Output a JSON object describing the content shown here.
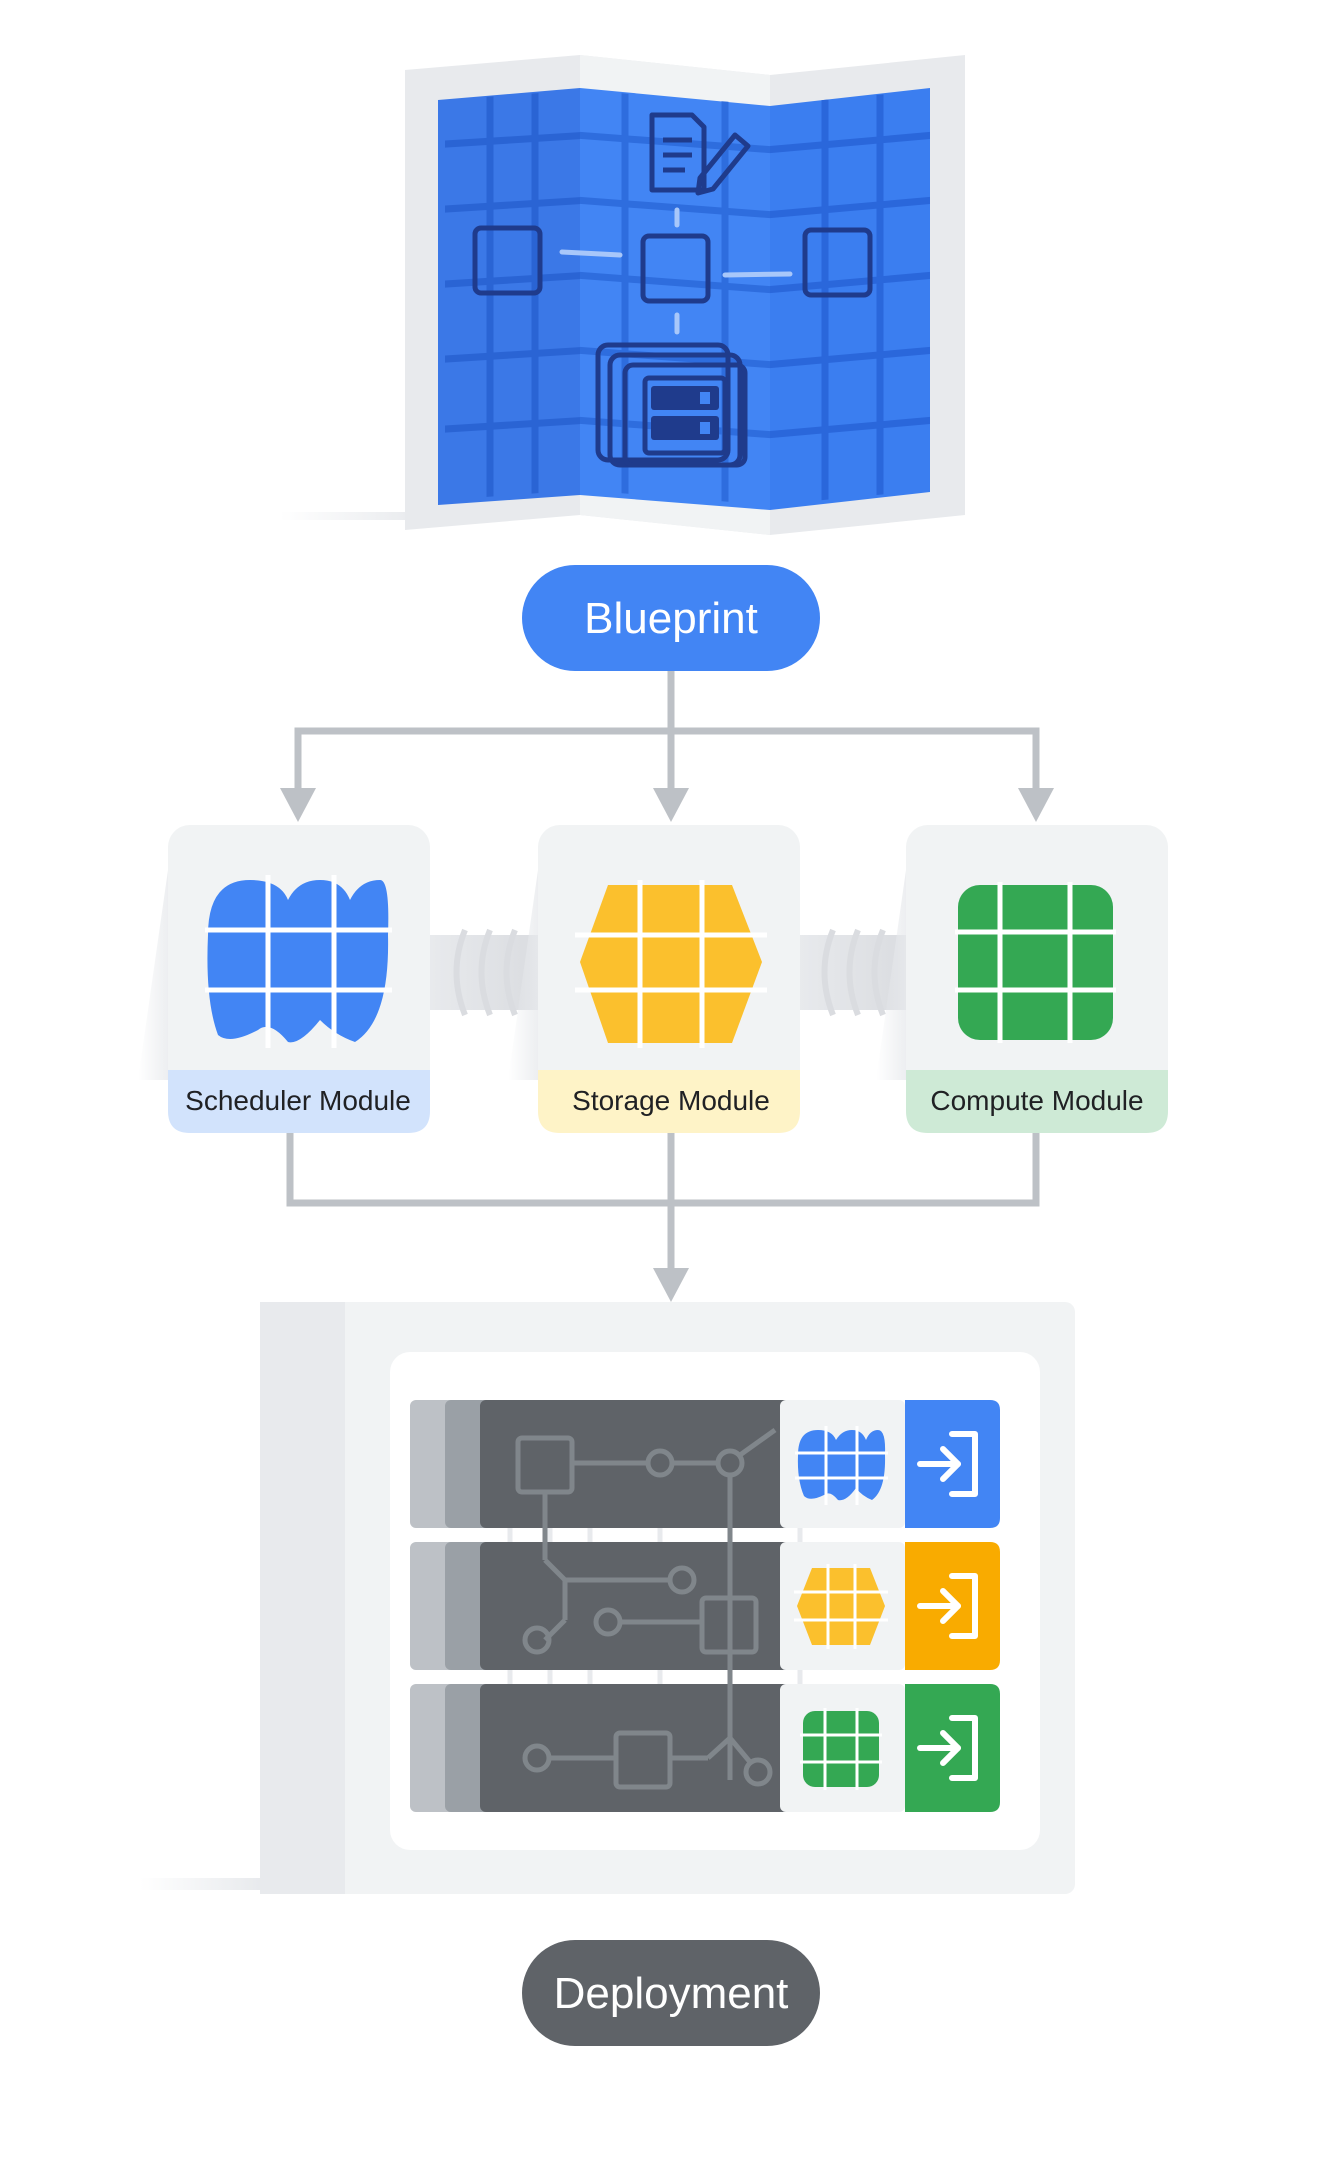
{
  "nodes": {
    "blueprint": {
      "label": "Blueprint"
    },
    "scheduler": {
      "label": "Scheduler Module"
    },
    "storage": {
      "label": "Storage Module"
    },
    "compute": {
      "label": "Compute Module"
    },
    "deployment": {
      "label": "Deployment"
    }
  },
  "colors": {
    "blue": "#4285F4",
    "blue_dark": "#1A5FD6",
    "yellow": "#FBC02D",
    "yellow_dark": "#F9AB00",
    "green": "#34A853",
    "green_dark": "#1E8E3E",
    "gray_dark": "#5F6368",
    "gray_mid": "#9AA0A6",
    "gray_light": "#BDC1C6",
    "card_bg": "#F1F3F4",
    "connector": "#BDC1C6",
    "blueprint_line": "#1F3B8C",
    "scheduler_tint": "#D2E3FC",
    "storage_tint": "#FEF3C7",
    "compute_tint": "#CEEAD6"
  },
  "icons": {
    "blueprint": "blueprint-map-icon",
    "scheduler": "scheduler-cluster-icon",
    "storage": "storage-hexagon-icon",
    "compute": "compute-grid-icon",
    "deploy_entry": "arrow-into-bracket-icon"
  }
}
